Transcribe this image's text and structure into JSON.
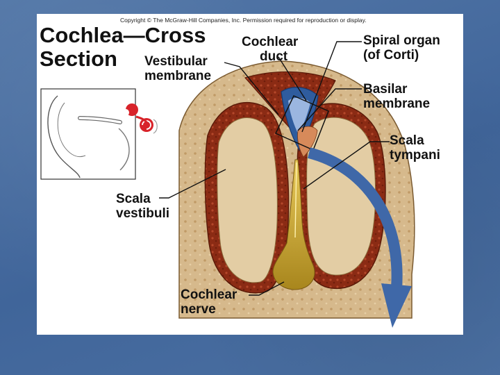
{
  "copyright": "Copyright © The McGraw-Hill Companies, Inc. Permission required for reproduction or display.",
  "title": [
    "Cochlea—Cross",
    "Section"
  ],
  "labels": {
    "cochlear_duct": [
      "Cochlear",
      "duct"
    ],
    "vestibular_membrane": [
      "Vestibular",
      "membrane"
    ],
    "spiral_organ": [
      "Spiral organ",
      "(of Corti)"
    ],
    "basilar_membrane": [
      "Basilar",
      "membrane"
    ],
    "scala_tympani": [
      "Scala",
      "tympani"
    ],
    "scala_vestibuli": [
      "Scala",
      "vestibuli"
    ],
    "cochlear_nerve": [
      "Cochlear",
      "nerve"
    ]
  },
  "colors": {
    "slide_background": "#4a6fa0",
    "bone": "#d6b98c",
    "tissue": "#8b2b14",
    "duct": "#2f5c9e",
    "nerve": "#d9b53a",
    "arrow": "#3f68a8"
  }
}
